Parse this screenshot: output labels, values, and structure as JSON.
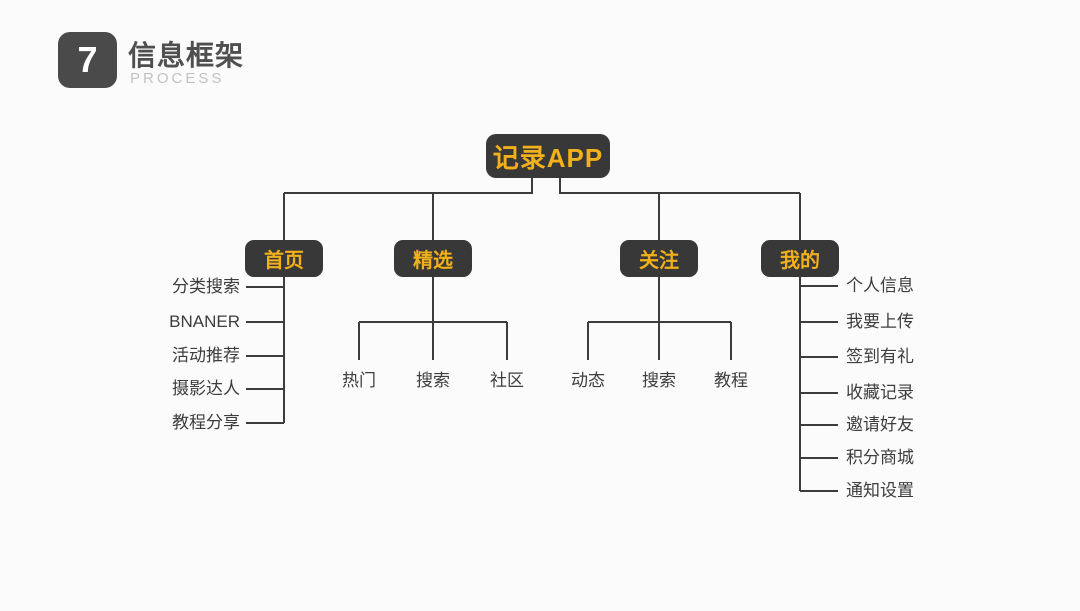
{
  "slide": {
    "number": "7",
    "title": "信息框架",
    "subtitle": "PROCESS"
  },
  "colors": {
    "background": "#FBFBFB",
    "node_dark": "#383838",
    "accent_yellow": "#F2B01A",
    "connector_line": "#3C3C3C",
    "badge_gray": "#4A4A4A",
    "leaf_text": "#3D3D3D"
  },
  "tree": {
    "root": {
      "label": "记录APP"
    },
    "branches": [
      {
        "label": "首页",
        "children": [
          "分类搜索",
          "BNANER",
          "活动推荐",
          "摄影达人",
          "教程分享"
        ]
      },
      {
        "label": "精选",
        "children": [
          "热门",
          "搜索",
          "社区"
        ]
      },
      {
        "label": "关注",
        "children": [
          "动态",
          "搜索",
          "教程"
        ]
      },
      {
        "label": "我的",
        "children": [
          "个人信息",
          "我要上传",
          "签到有礼",
          "收藏记录",
          "邀请好友",
          "积分商城",
          "通知设置"
        ]
      }
    ]
  }
}
